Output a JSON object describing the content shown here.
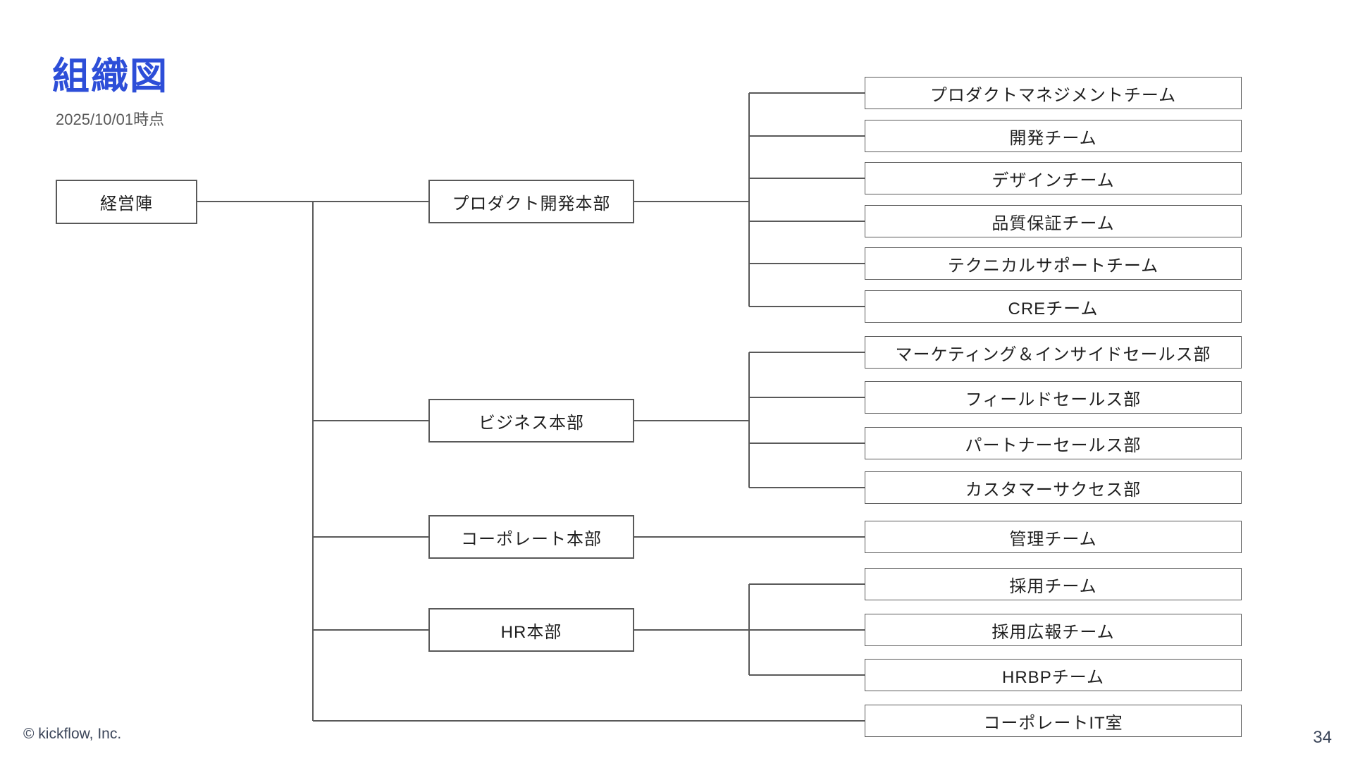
{
  "title": "組織図",
  "subtitle": "2025/10/01時点",
  "footer": {
    "copyright": "© kickflow, Inc.",
    "page_number": "34"
  },
  "colors": {
    "title_blue": "#2d4ed8",
    "connector_gray": "#595959",
    "node_text": "#1f1f1f",
    "footer_text": "#3b4559",
    "background": "#ffffff"
  },
  "org_chart": {
    "root": {
      "name": "経営陣"
    },
    "departments": [
      {
        "name": "プロダクト開発本部",
        "teams": [
          "プロダクトマネジメントチーム",
          "開発チーム",
          "デザインチーム",
          "品質保証チーム",
          "テクニカルサポートチーム",
          "CREチーム"
        ]
      },
      {
        "name": "ビジネス本部",
        "teams": [
          "マーケティング＆インサイドセールス部",
          "フィールドセールス部",
          "パートナーセールス部",
          "カスタマーサクセス部"
        ]
      },
      {
        "name": "コーポレート本部",
        "teams": [
          "管理チーム"
        ]
      },
      {
        "name": "HR本部",
        "teams": [
          "採用チーム",
          "採用広報チーム",
          "HRBPチーム"
        ]
      }
    ],
    "root_direct_teams": [
      "コーポレートIT室"
    ]
  }
}
